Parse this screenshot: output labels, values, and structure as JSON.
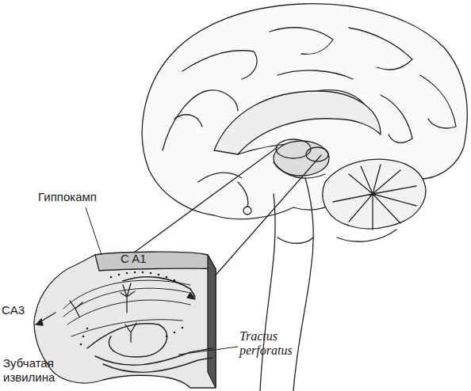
{
  "diagram": {
    "labels": [
      "Гиппокамп",
      "C A1",
      "CA3",
      "Зубчатая извилина",
      "Tractus perforatus"
    ]
  }
}
